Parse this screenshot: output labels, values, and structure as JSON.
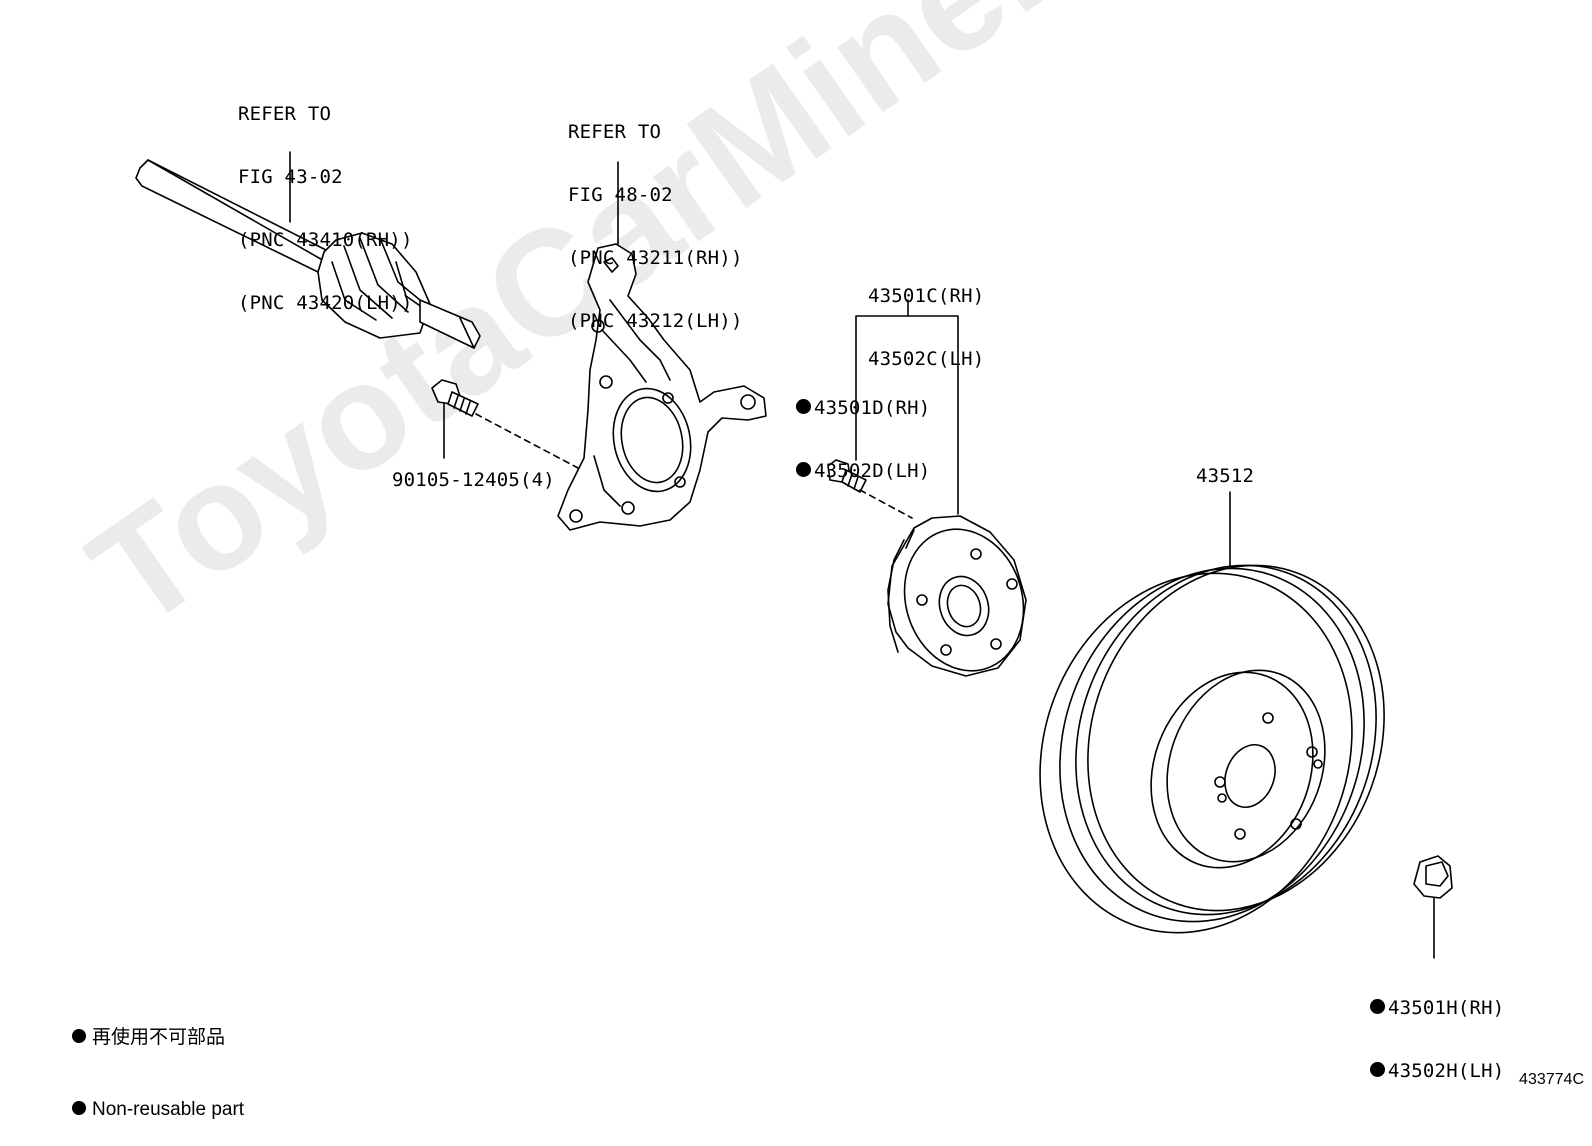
{
  "watermark": "ToyotaCarMine.ru",
  "labels": {
    "drive_shaft": [
      "REFER TO",
      "FIG 43-02",
      "(PNC 43410(RH))",
      "(PNC 43420(LH))"
    ],
    "knuckle": [
      "REFER TO",
      "FIG 48-02",
      "(PNC 43211(RH))",
      "(PNC 43212(LH))"
    ],
    "bolt": "90105-12405(4)",
    "hub_assy": [
      "43501C(RH)",
      "43502C(LH)"
    ],
    "hub_bolt": [
      "43501D(RH)",
      "43502D(LH)"
    ],
    "disc": "43512",
    "nut": [
      "43501H(RH)",
      "43502H(LH)"
    ]
  },
  "legend": {
    "jp": "再使用不可部品",
    "en": "Non-reusable part"
  },
  "figure_number": "433774C"
}
